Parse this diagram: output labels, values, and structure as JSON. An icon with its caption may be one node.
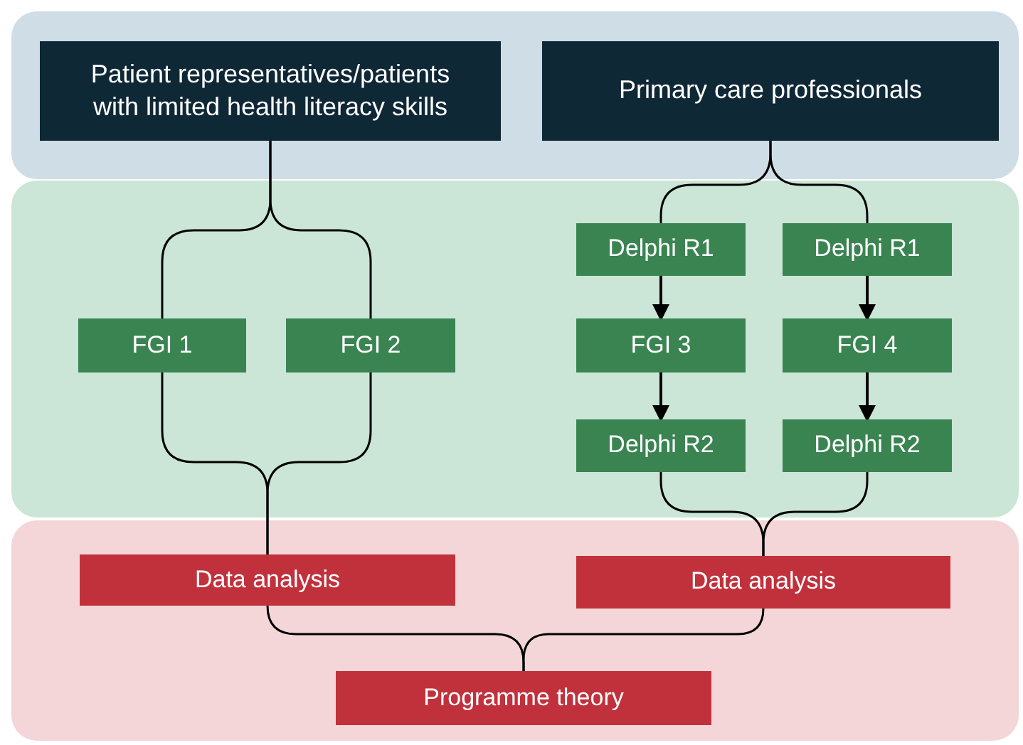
{
  "diagram": {
    "nodes": [
      {
        "text": [],
        "shape": "box"
      },
      {
        "text": [
          "Patient representatives/patients with limited health literacy skills"
        ],
        "in": 0
      },
      {
        "text": [
          "Primary care professionals"
        ],
        "in": 0
      },
      {
        "text": [],
        "shape": "box"
      },
      {
        "text": [
          "Delphi R1"
        ],
        "in": 3
      },
      {
        "text": [
          "Delphi R1"
        ],
        "in": 3
      },
      {
        "text": [
          "FGI 1"
        ],
        "in": 3
      },
      {
        "text": [
          "FGI 2"
        ],
        "in": 3
      },
      {
        "text": [
          "FGI 3"
        ],
        "in": 3
      },
      {
        "text": [
          "FGI 4"
        ],
        "in": 3
      },
      {
        "text": [
          "Delphi R2"
        ],
        "in": 3
      },
      {
        "text": [
          "Delphi R2"
        ],
        "in": 3
      },
      {
        "text": [],
        "shape": "box"
      },
      {
        "text": [
          "Data analysis"
        ],
        "in": 12
      },
      {
        "text": [
          "Data analysis"
        ],
        "in": 12
      },
      {
        "text": [
          "Programme theory"
        ],
        "in": 12
      }
    ],
    "edges": [
      {
        "from": 1,
        "to": 6,
        "arrow": "none"
      },
      {
        "from": 1,
        "to": 7,
        "arrow": "none"
      },
      {
        "from": 2,
        "to": 4,
        "arrow": "none"
      },
      {
        "from": 2,
        "to": 5,
        "arrow": "none"
      },
      {
        "from": 4,
        "to": 8,
        "arrow": "to"
      },
      {
        "from": 5,
        "to": 9,
        "arrow": "to"
      },
      {
        "from": 8,
        "to": 10,
        "arrow": "to"
      },
      {
        "from": 9,
        "to": 11,
        "arrow": "to"
      },
      {
        "from": 6,
        "to": 13,
        "arrow": "none"
      },
      {
        "from": 7,
        "to": 13,
        "arrow": "none"
      },
      {
        "from": 10,
        "to": 14,
        "arrow": "none"
      },
      {
        "from": 11,
        "to": 14,
        "arrow": "none"
      },
      {
        "from": 13,
        "to": 15,
        "arrow": "none"
      },
      {
        "from": 14,
        "to": 15,
        "arrow": "none"
      }
    ]
  }
}
